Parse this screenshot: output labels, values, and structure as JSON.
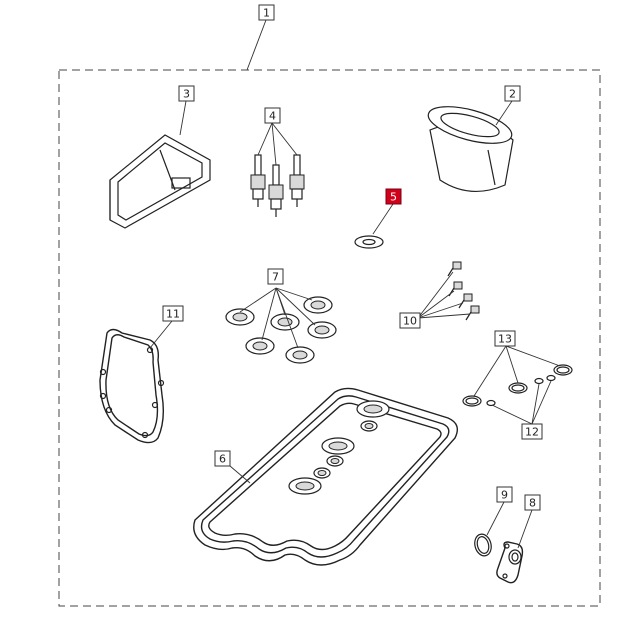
{
  "callouts": {
    "c1": "1",
    "c2": "2",
    "c3": "3",
    "c4": "4",
    "c5": "5",
    "c6": "6",
    "c7": "7",
    "c8": "8",
    "c9": "9",
    "c10": "10",
    "c11": "11",
    "c12": "12",
    "c13": "13"
  },
  "colors": {
    "highlight": "#d0021b",
    "line": "#222222",
    "background": "#ffffff"
  }
}
